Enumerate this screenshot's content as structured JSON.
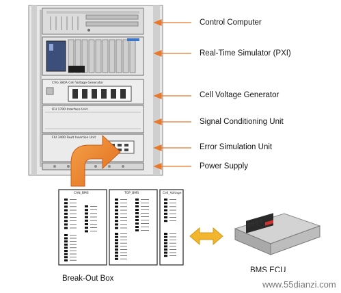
{
  "components": {
    "control_computer": "Control Computer",
    "real_time_simulator": "Real-Time Simulator (PXI)",
    "cell_voltage_generator": "Cell Voltage Generator",
    "signal_conditioning_unit": "Signal Conditioning  Unit",
    "error_simulation_unit": "Error Simulation Unit",
    "power_supply": "Power Supply"
  },
  "rack_panels": {
    "cell_voltage_panel": "CVG 380A Cell Voltage Generator",
    "interface_panel": "IFU 1700  Interface Unit",
    "fault_panel": "FIU 3400  Fault Insertion Unit"
  },
  "breakout_box": {
    "label": "Break-Out Box",
    "module_titles": [
      "CAN_BMS",
      "TOP_BMS",
      "Cell_Voltage"
    ]
  },
  "bms": {
    "label": "BMS ECU"
  },
  "watermark": "www.55dianzi.com",
  "colors": {
    "arrow_orange": "#e8782a",
    "arrow_orange_light": "#f5a24a",
    "bidir_arrow": "#f2b62e",
    "rack_gray": "#d8d8d8"
  }
}
